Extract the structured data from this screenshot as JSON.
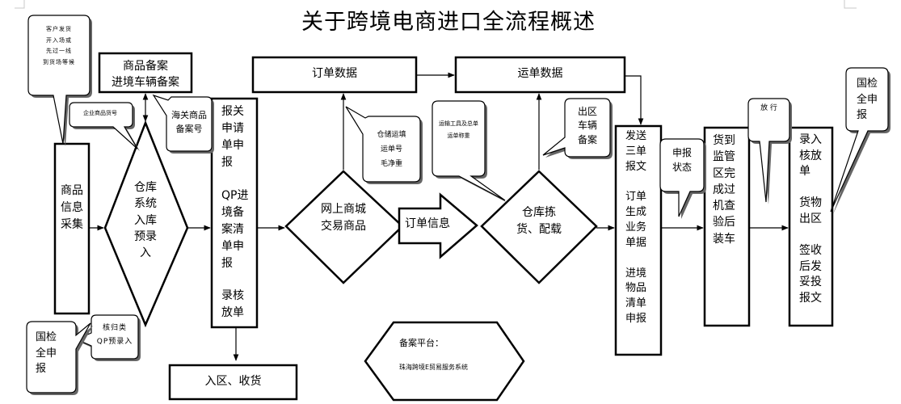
{
  "title": "关于跨境电商进口全流程概述",
  "callouts": {
    "customer_note": "客户发货\n开入场或\n先过一线\n到货场等候",
    "enterprise_record": "企业商品货号",
    "customs_record": "海关商品\n备案号",
    "inspection_qp": "核归类\nQP预录入",
    "inspection_left": "国检\n全申\n报",
    "warehouse_weights": "仓储运填\n运单号\n毛净重",
    "logistics_note": "运输工具及总单\n运单称重",
    "vehicle_record": "出区\n车辆\n备案",
    "declare_status": "申报\n状态",
    "release": "放  行",
    "inspection_right": "国检\n全申\n报"
  },
  "nodes": {
    "info_collect": "商品\n信息\n采集",
    "record_box": "商品备案\n进境车辆备案",
    "warehouse_entry": "仓库\n系统\n入库\n预录\n入",
    "declare_top": "报关\n申请\n单申\n报",
    "declare_mid": "QP进\n境备\n案清\n单申\n报",
    "declare_bottom": "录核\n放单",
    "enter_zone": "入区、收货",
    "order_data": "订单数据",
    "waybill_data": "运单数据",
    "online_mall": "网上商城\n交易商品",
    "order_info": "订单信息",
    "picking": "仓库拣\n货、配载",
    "send_docs": "发送\n三单\n报文\n\n订单\n生成\n业务\n单据\n\n进境\n物品\n清单\n申报",
    "supervision": "货到\n监管\n区完\n成过\n机查\n验后\n装车",
    "final_steps": "录入\n核放\n单\n\n货物\n出区\n\n签收\n后发\n妥投\n报文",
    "platform_title": "备案平台：",
    "platform_name": "珠海跨境E贸易服务系统"
  }
}
